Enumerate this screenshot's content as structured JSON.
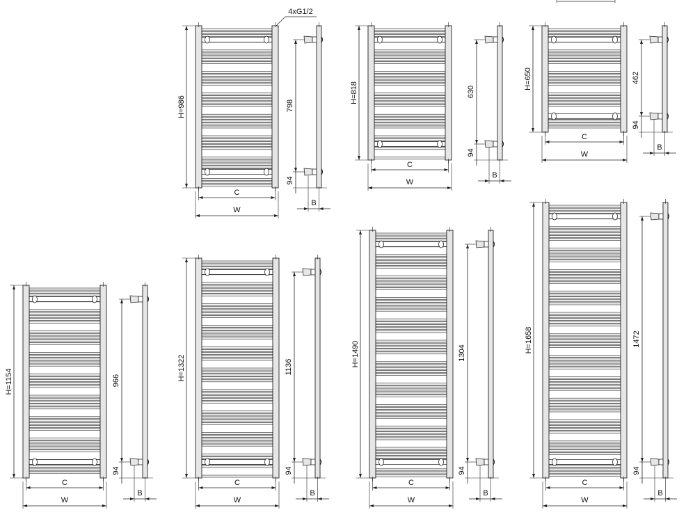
{
  "connection_label": "4xG1/2",
  "labels": {
    "c": "C",
    "w": "W",
    "b": "B",
    "bottom_offset": "94"
  },
  "colors": {
    "line": "#222222",
    "fill": "#e6e6e6",
    "bar": "#f2f2f2"
  },
  "radiators": [
    {
      "height_label": "H=986",
      "center_label": "798"
    },
    {
      "height_label": "H=818",
      "center_label": "630"
    },
    {
      "height_label": "H=650",
      "center_label": "462"
    },
    {
      "height_label": "H=1154",
      "center_label": "966"
    },
    {
      "height_label": "H=1322",
      "center_label": "1136"
    },
    {
      "height_label": "H=1490",
      "center_label": "1304"
    },
    {
      "height_label": "H=1658",
      "center_label": "1472"
    }
  ]
}
